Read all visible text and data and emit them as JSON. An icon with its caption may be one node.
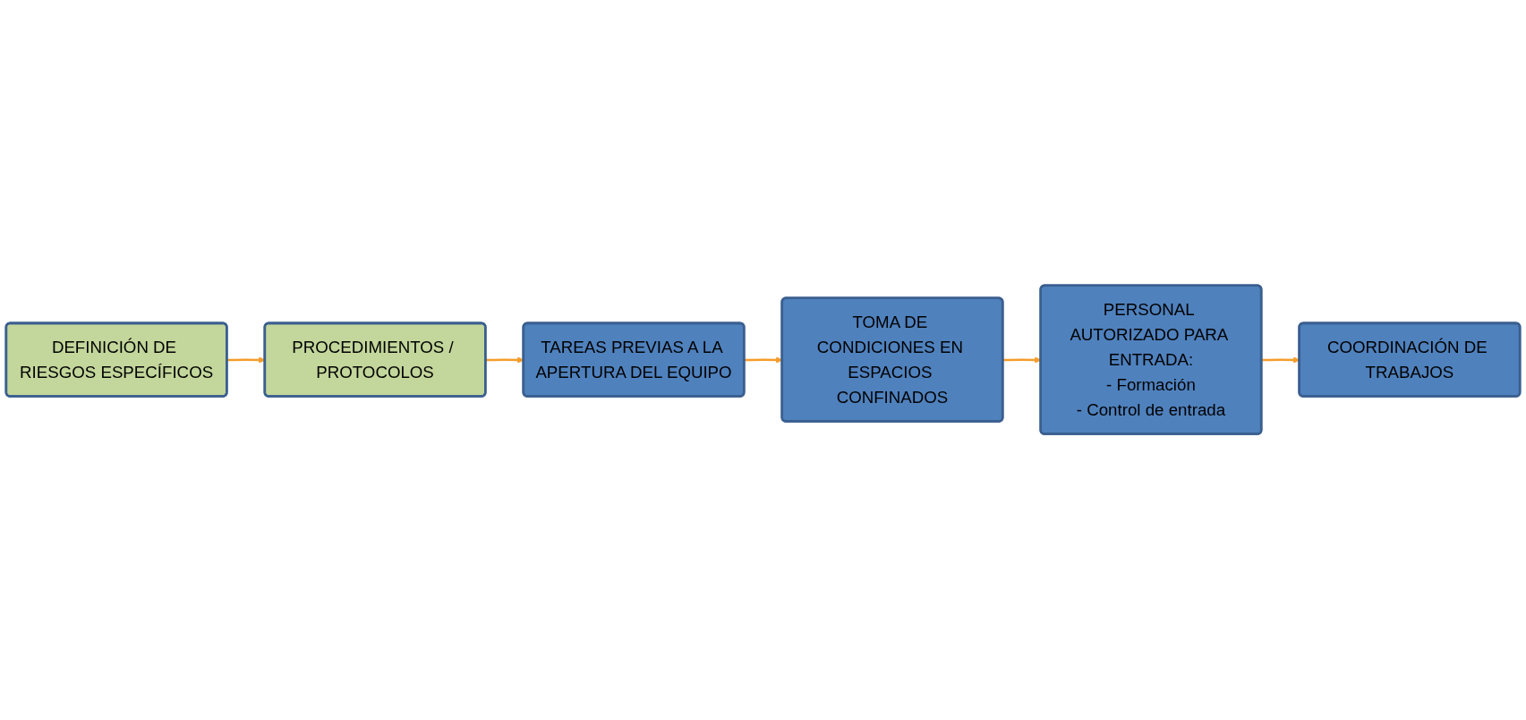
{
  "diagram": {
    "nodes": [
      {
        "text": [
          "DEFINICIÓN DE RIESGOS ESPECÍFICOS"
        ]
      },
      {
        "text": [
          "PROCEDIMIENTOS / PROTOCOLOS"
        ]
      },
      {
        "text": [
          "TAREAS PREVIAS A LA APERTURA DEL EQUIPO"
        ]
      },
      {
        "text": [
          "COORDINACIÓN DE TRABAJOS"
        ]
      },
      {
        "text": [
          "PERSONAL AUTORIZADO PARA ENTRADA:",
          "- Formación",
          "- Control de entrada"
        ]
      },
      {
        "text": [
          "TOMA DE CONDICIONES EN ESPACIOS CONFINADOS"
        ]
      }
    ],
    "edges": [
      {
        "from": 0,
        "to": 1,
        "arrow": "to"
      },
      {
        "from": 1,
        "to": 2,
        "arrow": "to"
      },
      {
        "from": 2,
        "to": 5,
        "arrow": "to"
      },
      {
        "from": 5,
        "to": 4,
        "arrow": "to"
      },
      {
        "from": 4,
        "to": 3,
        "arrow": "to"
      }
    ]
  }
}
